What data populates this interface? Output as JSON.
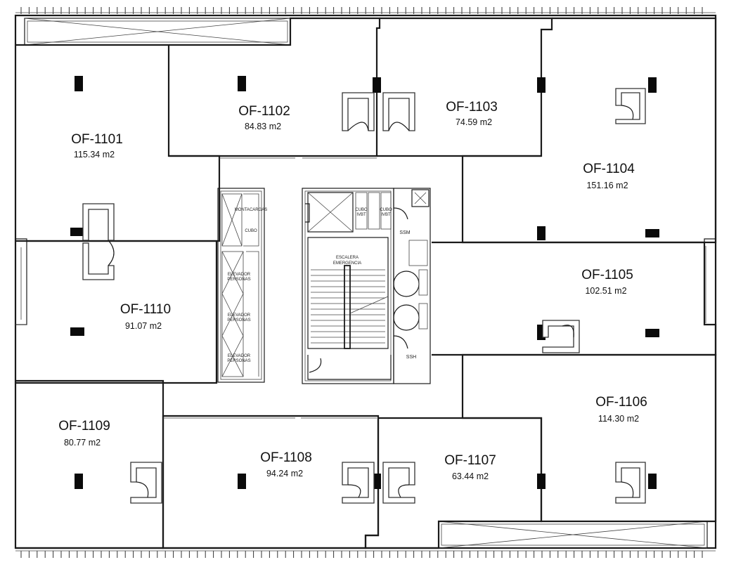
{
  "offices": [
    {
      "id": "of-1101",
      "name": "OF-1101",
      "area": "115.34 m2"
    },
    {
      "id": "of-1102",
      "name": "OF-1102",
      "area": "84.83 m2"
    },
    {
      "id": "of-1103",
      "name": "OF-1103",
      "area": "74.59 m2"
    },
    {
      "id": "of-1104",
      "name": "OF-1104",
      "area": "151.16 m2"
    },
    {
      "id": "of-1105",
      "name": "OF-1105",
      "area": "102.51 m2"
    },
    {
      "id": "of-1106",
      "name": "OF-1106",
      "area": "114.30 m2"
    },
    {
      "id": "of-1107",
      "name": "OF-1107",
      "area": "63.44 m2"
    },
    {
      "id": "of-1108",
      "name": "OF-1108",
      "area": "94.24 m2"
    },
    {
      "id": "of-1109",
      "name": "OF-1109",
      "area": "80.77 m2"
    },
    {
      "id": "of-1110",
      "name": "OF-1110",
      "area": "91.07 m2"
    }
  ],
  "core": {
    "stair_line1": "ESCALERA",
    "stair_line2": "EMERGENCIA",
    "ssm": "SSM",
    "ssh": "SSH",
    "duct1_line1": "CUBO",
    "duct1_line2": "IVBT",
    "duct2_line1": "CUBO",
    "duct2_line2": "IVBT",
    "elevator_label": "ELEVADOR",
    "elevator_sub": "PERSONAS",
    "cargo_label": "MONTACARGAS",
    "cargo_sub": "CUBO"
  }
}
